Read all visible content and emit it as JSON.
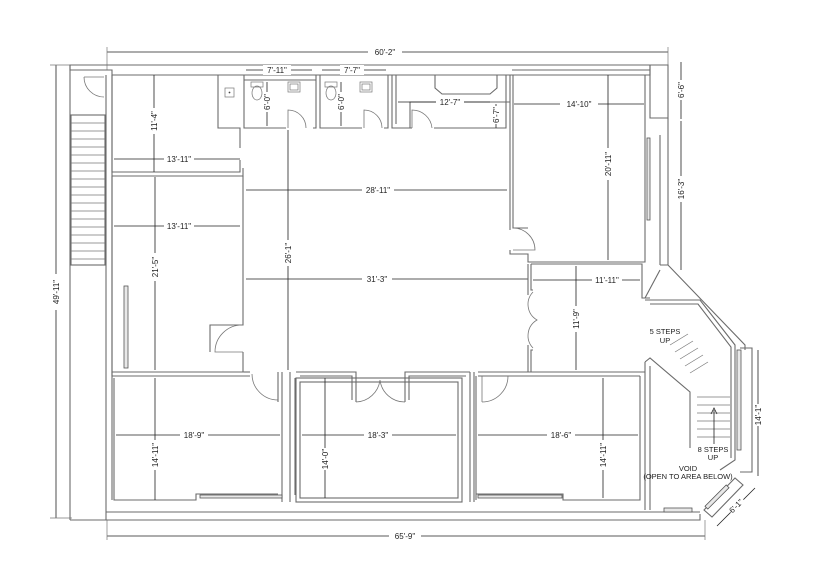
{
  "plan": {
    "overall": {
      "top_width": "60'-2\"",
      "bottom_width": "65'-9\"",
      "left_height": "49'-11\""
    },
    "dimensions": {
      "restroom_1_width": "7'-11\"",
      "restroom_1_depth": "6'-0\"",
      "restroom_2_width": "7'-7\"",
      "restroom_2_depth": "6'-0\"",
      "kitchen_width": "12'-7\"",
      "kitchen_depth": "6'-7\"",
      "office_nw_height": "11'-4\"",
      "office_nw_width": "13'-11\"",
      "office_w_width": "13'-11\"",
      "office_w_height": "21'-5\"",
      "open_area_upper_width": "28'-11\"",
      "open_area_lower_width": "31'-3\"",
      "open_area_height": "26'-1\"",
      "office_ne_width": "14'-10\"",
      "office_ne_height": "20'-11\"",
      "east_upper_segment": "6'-6\"",
      "east_lower_segment": "16'-3\"",
      "office_e_width": "11'-11\"",
      "office_e_height": "11'-9\"",
      "office_sw_width": "18'-9\"",
      "office_sw_height": "14'-11\"",
      "conference_width": "18'-3\"",
      "conference_height": "14'-0\"",
      "office_se_width": "18'-6\"",
      "office_se_height": "14'-11\"",
      "stair_east_height": "14'-1\"",
      "bay_width": "6'-1\""
    },
    "notes": {
      "stairs_upper_line1": "5 STEPS",
      "stairs_upper_line2": "UP",
      "stairs_lower_line1": "8 STEPS",
      "stairs_lower_line2": "UP",
      "void_line1": "VOID",
      "void_line2": "(OPEN TO AREA BELOW)"
    }
  }
}
